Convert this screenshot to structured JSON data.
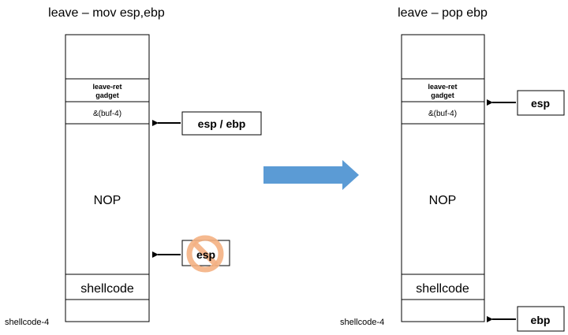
{
  "diagram": {
    "left": {
      "title": "leave – mov esp,ebp",
      "cells": {
        "gadget_line1": "leave-ret",
        "gadget_line2": "gadget",
        "buf_addr": "&(buf-4)",
        "nop": "NOP",
        "shellcode": "shellcode"
      },
      "side_label": "shellcode-4",
      "pointer_main": "esp / ebp",
      "pointer_old": "esp"
    },
    "right": {
      "title": "leave – pop ebp",
      "cells": {
        "gadget_line1": "leave-ret",
        "gadget_line2": "gadget",
        "buf_addr": "&(buf-4)",
        "nop": "NOP",
        "shellcode": "shellcode"
      },
      "side_label": "shellcode-4",
      "pointer_esp": "esp",
      "pointer_ebp": "ebp"
    },
    "colors": {
      "transition_arrow": "#5b9bd5",
      "no_symbol": "#f4b183"
    }
  }
}
